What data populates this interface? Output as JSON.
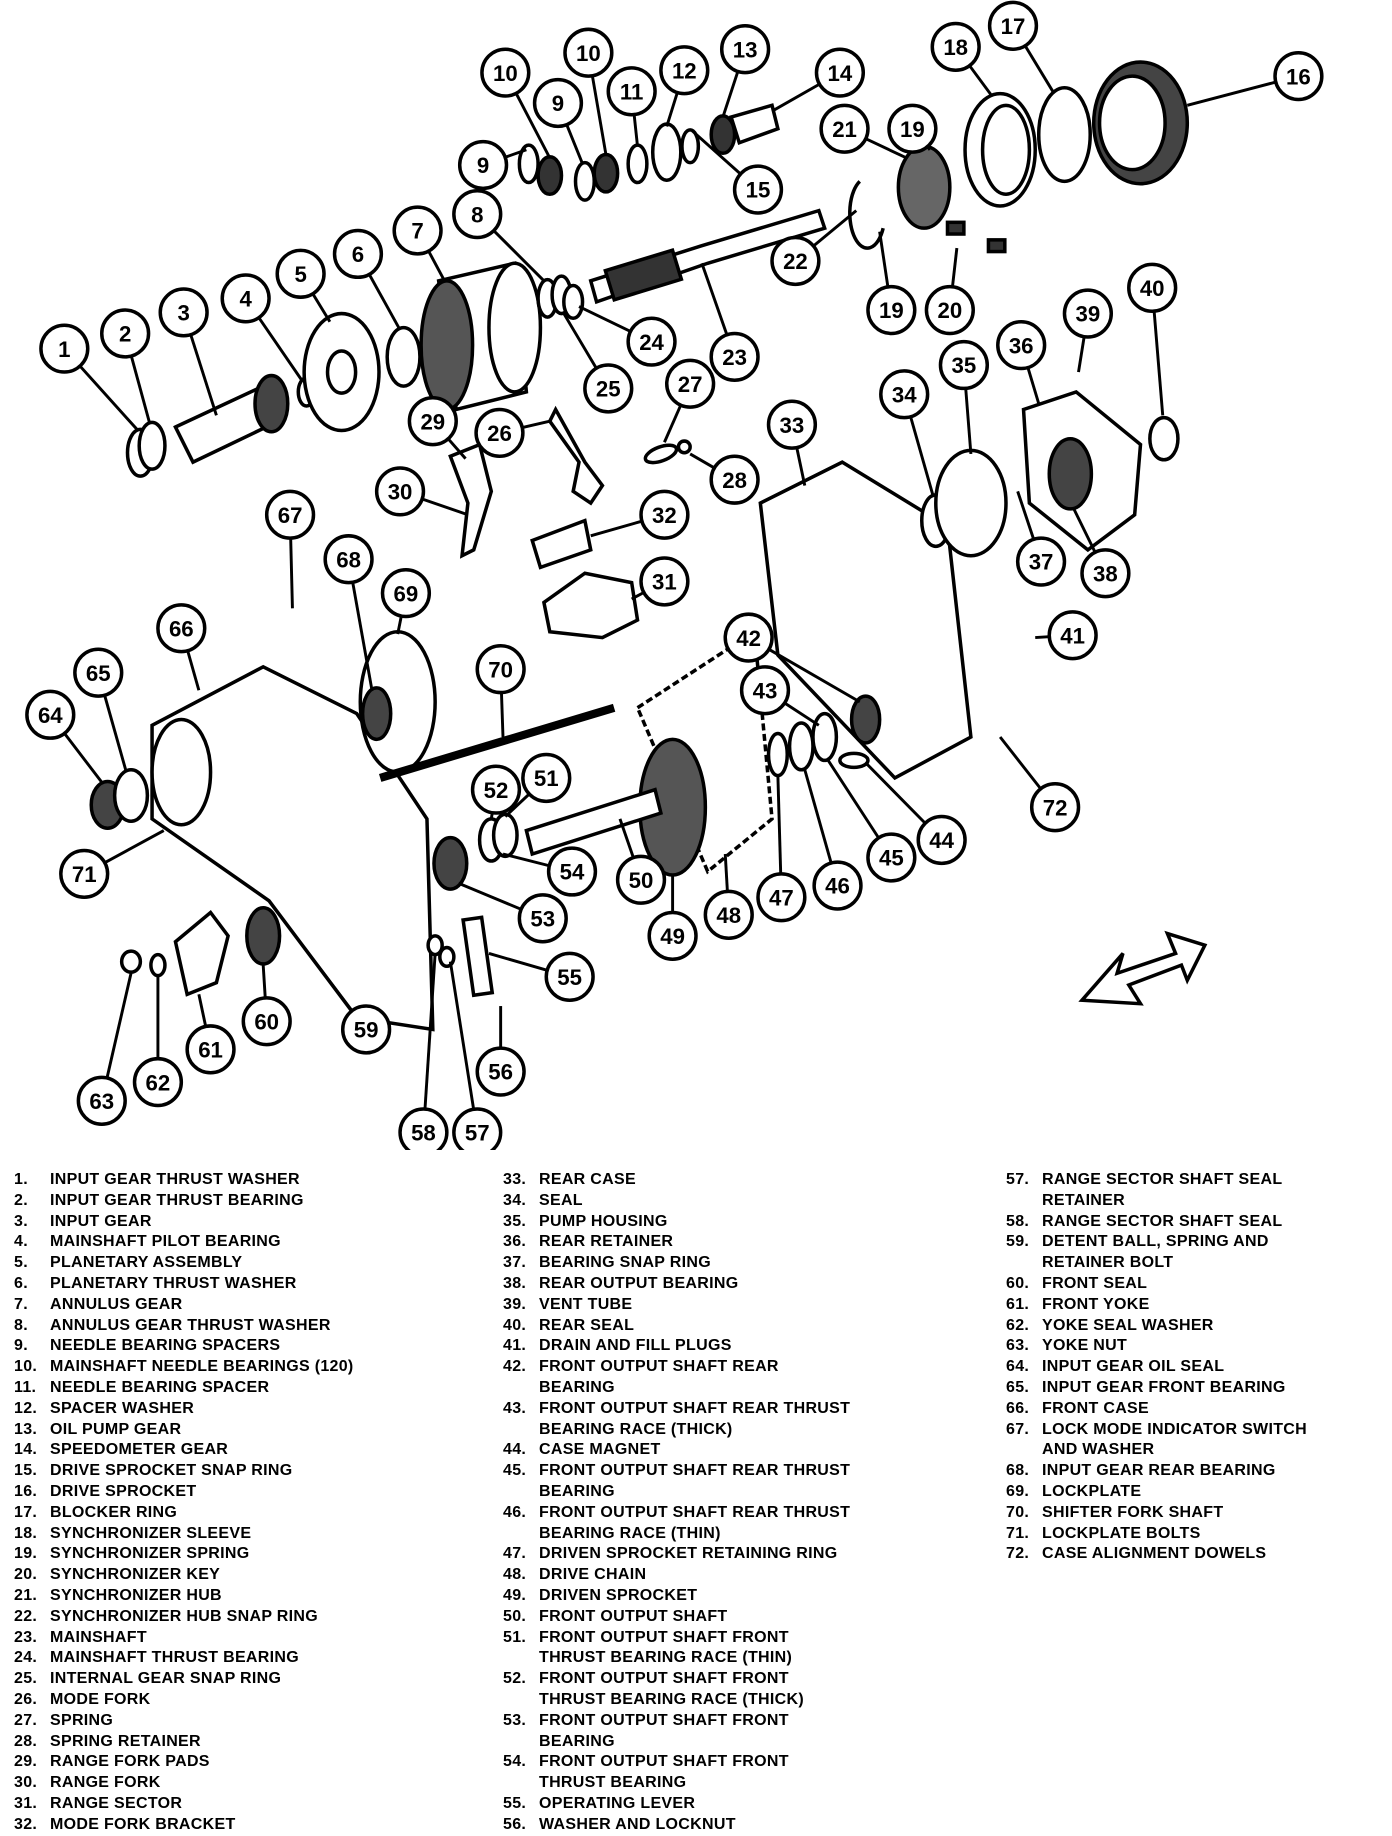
{
  "diagram": {
    "title_hidden": false,
    "callouts": [
      "1",
      "2",
      "3",
      "4",
      "5",
      "6",
      "7",
      "8",
      "9",
      "10",
      "9",
      "10",
      "11",
      "12",
      "13",
      "14",
      "15",
      "16",
      "17",
      "18",
      "19",
      "21",
      "22",
      "19",
      "20",
      "23",
      "24",
      "25",
      "26",
      "27",
      "28",
      "29",
      "30",
      "31",
      "32",
      "33",
      "34",
      "35",
      "36",
      "37",
      "38",
      "39",
      "40",
      "41",
      "42",
      "43",
      "44",
      "45",
      "46",
      "47",
      "48",
      "49",
      "50",
      "51",
      "52",
      "53",
      "54",
      "55",
      "56",
      "57",
      "58",
      "59",
      "60",
      "61",
      "62",
      "63",
      "64",
      "65",
      "66",
      "67",
      "68",
      "69",
      "70",
      "71",
      "72"
    ],
    "direction_arrow": "front-direction-arrow"
  },
  "legend": {
    "columns": [
      [
        {
          "n": "1.",
          "lines": [
            "INPUT GEAR THRUST WASHER"
          ]
        },
        {
          "n": "2.",
          "lines": [
            "INPUT GEAR THRUST BEARING"
          ]
        },
        {
          "n": "3.",
          "lines": [
            "INPUT GEAR"
          ]
        },
        {
          "n": "4.",
          "lines": [
            "MAINSHAFT PILOT BEARING"
          ]
        },
        {
          "n": "5.",
          "lines": [
            "PLANETARY ASSEMBLY"
          ]
        },
        {
          "n": "6.",
          "lines": [
            "PLANETARY THRUST WASHER"
          ]
        },
        {
          "n": "7.",
          "lines": [
            "ANNULUS GEAR"
          ]
        },
        {
          "n": "8.",
          "lines": [
            "ANNULUS GEAR THRUST WASHER"
          ]
        },
        {
          "n": "9.",
          "lines": [
            "NEEDLE BEARING SPACERS"
          ]
        },
        {
          "n": "10.",
          "lines": [
            "MAINSHAFT NEEDLE BEARINGS (120)"
          ]
        },
        {
          "n": "11.",
          "lines": [
            "NEEDLE BEARING SPACER"
          ]
        },
        {
          "n": "12.",
          "lines": [
            "SPACER WASHER"
          ]
        },
        {
          "n": "13.",
          "lines": [
            "OIL PUMP GEAR"
          ]
        },
        {
          "n": "14.",
          "lines": [
            "SPEEDOMETER GEAR"
          ]
        },
        {
          "n": "15.",
          "lines": [
            "DRIVE SPROCKET SNAP RING"
          ]
        },
        {
          "n": "16.",
          "lines": [
            "DRIVE SPROCKET"
          ]
        },
        {
          "n": "17.",
          "lines": [
            "BLOCKER RING"
          ]
        },
        {
          "n": "18.",
          "lines": [
            "SYNCHRONIZER SLEEVE"
          ]
        },
        {
          "n": "19.",
          "lines": [
            "SYNCHRONIZER SPRING"
          ]
        },
        {
          "n": "20.",
          "lines": [
            "SYNCHRONIZER KEY"
          ]
        },
        {
          "n": "21.",
          "lines": [
            "SYNCHRONIZER HUB"
          ]
        },
        {
          "n": "22.",
          "lines": [
            "SYNCHRONIZER HUB SNAP RING"
          ]
        },
        {
          "n": "23.",
          "lines": [
            "MAINSHAFT"
          ]
        },
        {
          "n": "24.",
          "lines": [
            "MAINSHAFT THRUST BEARING"
          ]
        },
        {
          "n": "25.",
          "lines": [
            "INTERNAL GEAR SNAP RING"
          ]
        },
        {
          "n": "26.",
          "lines": [
            "MODE FORK"
          ]
        },
        {
          "n": "27.",
          "lines": [
            "SPRING"
          ]
        },
        {
          "n": "28.",
          "lines": [
            "SPRING RETAINER"
          ]
        },
        {
          "n": "29.",
          "lines": [
            "RANGE FORK PADS"
          ]
        },
        {
          "n": "30.",
          "lines": [
            "RANGE FORK"
          ]
        },
        {
          "n": "31.",
          "lines": [
            "RANGE SECTOR"
          ]
        },
        {
          "n": "32.",
          "lines": [
            "MODE FORK BRACKET"
          ]
        }
      ],
      [
        {
          "n": "33.",
          "lines": [
            "REAR CASE"
          ]
        },
        {
          "n": "34.",
          "lines": [
            "SEAL"
          ]
        },
        {
          "n": "35.",
          "lines": [
            "PUMP HOUSING"
          ]
        },
        {
          "n": "36.",
          "lines": [
            "REAR RETAINER"
          ]
        },
        {
          "n": "37.",
          "lines": [
            "BEARING SNAP RING"
          ]
        },
        {
          "n": "38.",
          "lines": [
            "REAR OUTPUT BEARING"
          ]
        },
        {
          "n": "39.",
          "lines": [
            "VENT TUBE"
          ]
        },
        {
          "n": "40.",
          "lines": [
            "REAR SEAL"
          ]
        },
        {
          "n": "41.",
          "lines": [
            "DRAIN AND FILL PLUGS"
          ]
        },
        {
          "n": "42.",
          "lines": [
            "FRONT OUTPUT SHAFT REAR",
            "BEARING"
          ]
        },
        {
          "n": "43.",
          "lines": [
            "FRONT OUTPUT SHAFT REAR THRUST",
            "BEARING RACE (THICK)"
          ]
        },
        {
          "n": "44.",
          "lines": [
            "CASE MAGNET"
          ]
        },
        {
          "n": "45.",
          "lines": [
            "FRONT OUTPUT SHAFT REAR THRUST",
            "BEARING"
          ]
        },
        {
          "n": "46.",
          "lines": [
            "FRONT OUTPUT SHAFT REAR THRUST",
            "BEARING RACE (THIN)"
          ]
        },
        {
          "n": "47.",
          "lines": [
            "DRIVEN SPROCKET RETAINING RING"
          ]
        },
        {
          "n": "48.",
          "lines": [
            "DRIVE CHAIN"
          ]
        },
        {
          "n": "49.",
          "lines": [
            "DRIVEN SPROCKET"
          ]
        },
        {
          "n": "50.",
          "lines": [
            "FRONT OUTPUT SHAFT"
          ]
        },
        {
          "n": "51.",
          "lines": [
            "FRONT OUTPUT SHAFT FRONT",
            "THRUST BEARING RACE (THIN)"
          ]
        },
        {
          "n": "52.",
          "lines": [
            "FRONT OUTPUT SHAFT FRONT",
            "THRUST BEARING RACE (THICK)"
          ]
        },
        {
          "n": "53.",
          "lines": [
            "FRONT OUTPUT SHAFT FRONT",
            "BEARING"
          ]
        },
        {
          "n": "54.",
          "lines": [
            "FRONT OUTPUT SHAFT FRONT",
            "THRUST BEARING"
          ]
        },
        {
          "n": "55.",
          "lines": [
            "OPERATING LEVER"
          ]
        },
        {
          "n": "56.",
          "lines": [
            "WASHER AND LOCKNUT"
          ]
        }
      ],
      [
        {
          "n": "57.",
          "lines": [
            "RANGE SECTOR SHAFT SEAL",
            "RETAINER"
          ]
        },
        {
          "n": "58.",
          "lines": [
            "RANGE SECTOR SHAFT SEAL"
          ]
        },
        {
          "n": "59.",
          "lines": [
            "DETENT BALL, SPRING AND",
            "RETAINER BOLT"
          ]
        },
        {
          "n": "60.",
          "lines": [
            "FRONT SEAL"
          ]
        },
        {
          "n": "61.",
          "lines": [
            "FRONT YOKE"
          ]
        },
        {
          "n": "62.",
          "lines": [
            "YOKE SEAL WASHER"
          ]
        },
        {
          "n": "63.",
          "lines": [
            "YOKE NUT"
          ]
        },
        {
          "n": "64.",
          "lines": [
            "INPUT GEAR OIL SEAL"
          ]
        },
        {
          "n": "65.",
          "lines": [
            "INPUT GEAR FRONT BEARING"
          ]
        },
        {
          "n": "66.",
          "lines": [
            "FRONT CASE"
          ]
        },
        {
          "n": "67.",
          "lines": [
            "LOCK MODE INDICATOR SWITCH",
            "AND WASHER"
          ]
        },
        {
          "n": "68.",
          "lines": [
            "INPUT GEAR REAR BEARING"
          ]
        },
        {
          "n": "69.",
          "lines": [
            "LOCKPLATE"
          ]
        },
        {
          "n": "70.",
          "lines": [
            "SHIFTER FORK SHAFT"
          ]
        },
        {
          "n": "71.",
          "lines": [
            "LOCKPLATE BOLTS"
          ]
        },
        {
          "n": "72.",
          "lines": [
            "CASE ALIGNMENT DOWELS"
          ]
        }
      ]
    ]
  }
}
